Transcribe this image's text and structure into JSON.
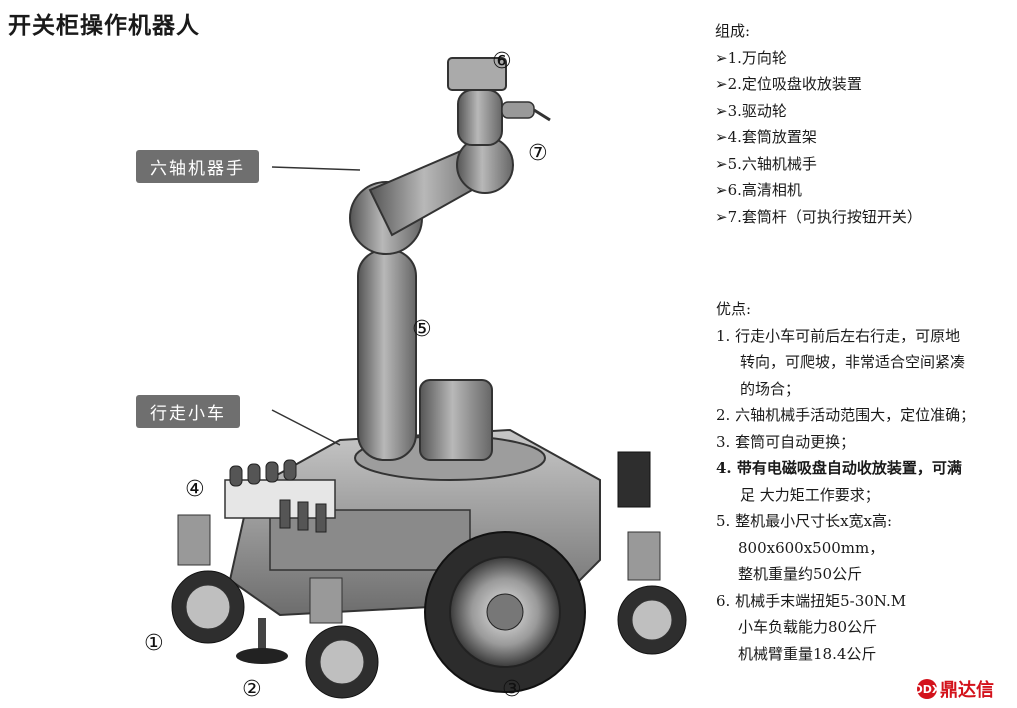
{
  "title": "开关柜操作机器人",
  "callouts": {
    "arm": "六轴机器手",
    "cart": "行走小车"
  },
  "markers": [
    "①",
    "②",
    "③",
    "④",
    "⑤",
    "⑥",
    "⑦"
  ],
  "components": {
    "heading": "组成:",
    "items": [
      "➢1.万向轮",
      "➢2.定位吸盘收放装置",
      "➢3.驱动轮",
      "➢4.套筒放置架",
      "➢5.六轴机械手",
      "➢6.高清相机",
      "➢7.套筒杆（可执行按钮开关）"
    ]
  },
  "advantages": {
    "heading": "优点:",
    "lines": [
      "1. 行走小车可前后左右行走，可原地",
      "转向，可爬坡，非常适合空间紧凑",
      "的场合；",
      "2. 六轴机械手活动范围大，定位准确；",
      "3. 套筒可自动更换；",
      "4. 带有电磁吸盘自动收放装置，可满",
      "足 大力矩工作要求；",
      "5. 整机最小尺寸长x宽x高:",
      "800x600x500mm，",
      "整机重量约50公斤",
      "6. 机械手末端扭矩5-30N.M",
      "小车负载能力80公斤",
      "机械臂重量18.4公斤"
    ]
  },
  "logo": {
    "text": "鼎达信",
    "mark": "DDX"
  }
}
